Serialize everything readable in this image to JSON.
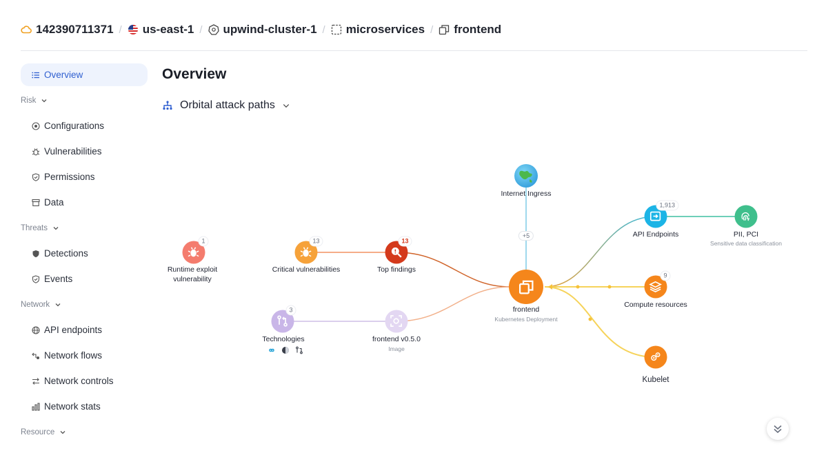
{
  "breadcrumb": {
    "account": "142390711371",
    "region": "us-east-1",
    "cluster": "upwind-cluster-1",
    "namespace": "microservices",
    "workload": "frontend"
  },
  "sidebar": {
    "overview": "Overview",
    "risk": {
      "label": "Risk",
      "items": [
        "Configurations",
        "Vulnerabilities",
        "Permissions",
        "Data"
      ]
    },
    "threats": {
      "label": "Threats",
      "items": [
        "Detections",
        "Events"
      ]
    },
    "network": {
      "label": "Network",
      "items": [
        "API endpoints",
        "Network flows",
        "Network controls",
        "Network stats"
      ]
    },
    "resource": {
      "label": "Resource"
    }
  },
  "main": {
    "title": "Overview",
    "subtitle": "Orbital attack paths"
  },
  "graph": {
    "internet": {
      "label": "Internet Ingress",
      "more": "+5"
    },
    "runtime": {
      "label1": "Runtime exploit",
      "label2": "vulnerability",
      "count": "1"
    },
    "critical": {
      "label": "Critical vulnerabilities",
      "count": "13"
    },
    "top": {
      "label": "Top findings",
      "count": "13"
    },
    "technologies": {
      "label": "Technologies",
      "count": "3"
    },
    "image": {
      "label": "frontend v0.5.0",
      "sub": "Image"
    },
    "frontend": {
      "label": "frontend",
      "sub": "Kubernetes Deployment"
    },
    "api": {
      "label": "API Endpoints",
      "count": "1,913"
    },
    "pii": {
      "label": "PII, PCI",
      "sub": "Sensitive data classification"
    },
    "compute": {
      "label": "Compute resources",
      "count": "9"
    },
    "kubelet": {
      "label": "Kubelet"
    }
  },
  "colors": {
    "accent": "#2f5fd0",
    "runtime": "#f47c6e",
    "critical": "#f6a23a",
    "top": "#d43a1c",
    "frontend": "#f5861b",
    "api": "#1cb4e6",
    "pii": "#3fbf8c",
    "compute": "#f5861b",
    "tech": "#c9b6e8"
  }
}
